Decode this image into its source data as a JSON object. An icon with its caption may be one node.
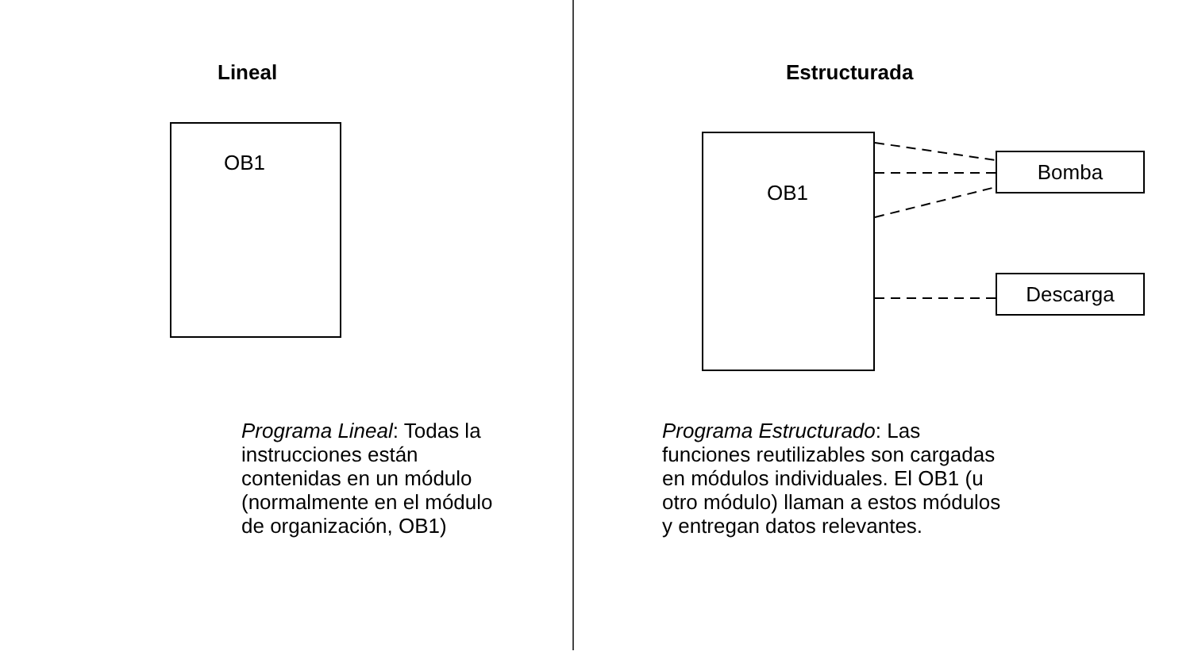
{
  "diagram": {
    "nodes": [
      {
        "text": [
          "OB1"
        ]
      },
      {
        "text": [
          "OB1"
        ]
      },
      {
        "text": [
          "Bomba"
        ]
      },
      {
        "text": [
          "Descarga"
        ]
      }
    ],
    "edges": [
      {
        "from": 1,
        "to": 2,
        "arrow": "none",
        "style": "dashed"
      },
      {
        "from": 1,
        "to": 2,
        "arrow": "none",
        "style": "dashed"
      },
      {
        "from": 1,
        "to": 2,
        "arrow": "none",
        "style": "dashed"
      },
      {
        "from": 1,
        "to": 3,
        "arrow": "none",
        "style": "dashed"
      }
    ],
    "labels": [
      "Lineal",
      "Estructurada",
      "*Programa Lineal*: Todas la instrucciones están contenidas en un módulo (normalmente en el módulo de organización, OB1)",
      "*Programa Estructurado*: Las funciones reutilizables son cargadas en módulos individuales. El OB1 (u otro módulo) llaman a estos módulos y entregan datos relevantes."
    ]
  }
}
